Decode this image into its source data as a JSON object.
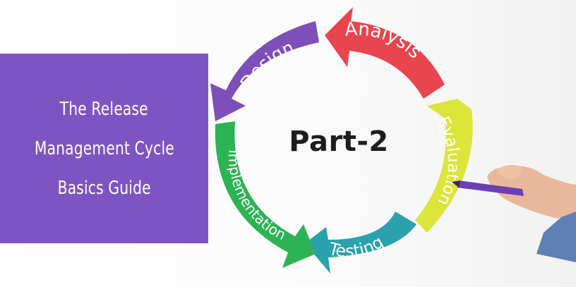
{
  "title_lines": [
    "The Release",
    "Management Cycle",
    "Basics Guide"
  ],
  "center_label": "Part-2",
  "stages": [
    {
      "label": "Analysis",
      "color": "#e8454f"
    },
    {
      "label": "Evaluation",
      "color": "#dbe53a"
    },
    {
      "label": "Testing",
      "color": "#2aa1ad"
    },
    {
      "label": "Implementation",
      "color": "#2db353"
    },
    {
      "label": "Design",
      "color": "#7d4fb8"
    }
  ],
  "colors": {
    "panel": "#7e54c3",
    "marker": "#6a3fb5"
  }
}
